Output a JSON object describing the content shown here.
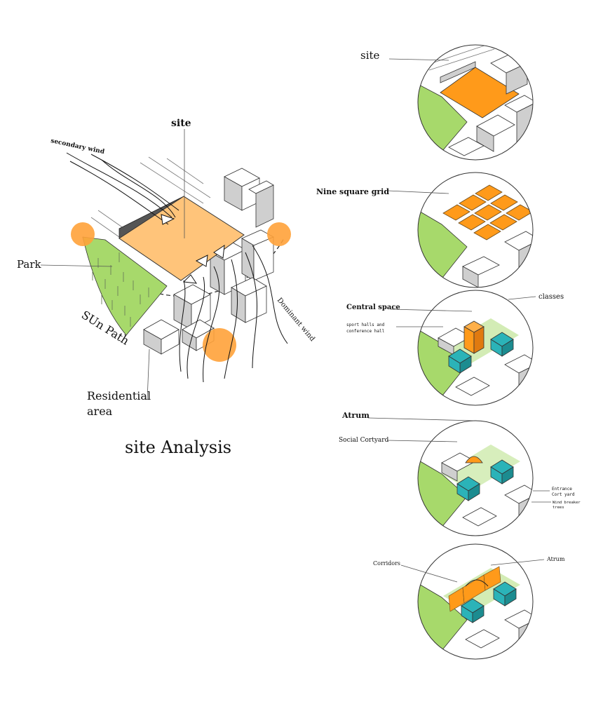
{
  "main": {
    "title": "site Analysis",
    "labels": {
      "site": "site",
      "secondary_wind": "secondary wind",
      "park": "Park",
      "sun_path": "SUn Path",
      "dominant_wind": "Dominant wind",
      "residential_line1": "Residential",
      "residential_line2": "area"
    }
  },
  "panels": [
    {
      "id": "site",
      "labels": [
        "site"
      ]
    },
    {
      "id": "grid",
      "labels": [
        "Nine square grid"
      ]
    },
    {
      "id": "central",
      "labels": [
        "Central space",
        "sport halls and",
        "conference hall",
        "classes"
      ]
    },
    {
      "id": "atrium",
      "labels": [
        "Atrum",
        "Social Cortyard",
        "Entrance",
        "Cort yard",
        "Wind breaker",
        "trees"
      ]
    },
    {
      "id": "corridors",
      "labels": [
        "Corridors",
        "Atrum"
      ]
    }
  ],
  "colors": {
    "orange": "#ff9a1a",
    "light_orange": "#ffc47a",
    "sun": "#ffa23a",
    "park_green": "#a7d96b",
    "teal": "#2bb3b8",
    "building_white": "#ffffff"
  }
}
